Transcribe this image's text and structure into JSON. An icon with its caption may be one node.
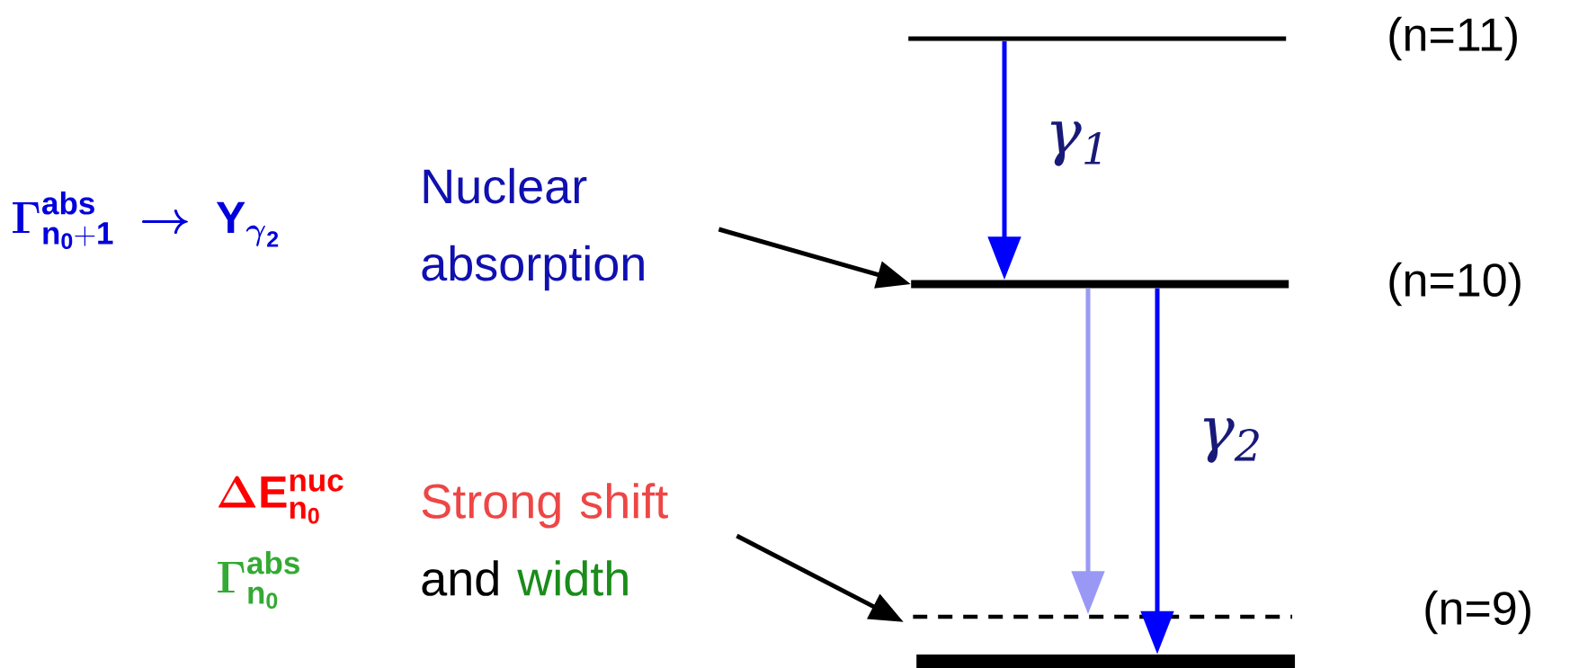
{
  "diagram": {
    "nodes": [
      {
        "text": [],
        "shape": "bar",
        "beside": [
          "(n=11)"
        ]
      },
      {
        "text": [],
        "shape": "bar",
        "beside": [
          "(n=10)"
        ]
      },
      {
        "text": [],
        "shape": "line",
        "beside": [
          "(n=9)"
        ]
      },
      {
        "text": [],
        "shape": "bar"
      },
      {
        "text": [
          "Nuclear absorption"
        ]
      },
      {
        "text": [
          "Strong shift",
          "and",
          "width"
        ]
      }
    ],
    "edges": [
      {
        "from": 0,
        "to": 1,
        "arrow": "to",
        "label": "γ$_{1}$",
        "color": "#0000ff"
      },
      {
        "from": 1,
        "to": 2,
        "arrow": "to",
        "color": "#9999f5"
      },
      {
        "from": 1,
        "to": 3,
        "arrow": "to",
        "label": "γ$_{2}$",
        "color": "#0000ff"
      },
      {
        "from": 4,
        "to": 1,
        "arrow": "to",
        "color": "#000000"
      },
      {
        "from": 5,
        "to": 2,
        "arrow": "to",
        "color": "#000000"
      }
    ],
    "labels": [
      "\\boldsymbol{\\Gamma}^{\\mathbf{abs}}_{\\mathbf{n_0+1}}\\;\\boldsymbol{\\rightarrow}\\;\\mathbf{Y}_{\\boldsymbol{\\gamma}_{\\mathbf{2}}}",
      "\\boldsymbol{\\Delta}\\mathbf{E}^{\\mathbf{nuc}}_{\\mathbf{n_0}}",
      "\\boldsymbol{\\Gamma}^{\\mathbf{abs}}_{\\mathbf{n_0}}"
    ]
  }
}
